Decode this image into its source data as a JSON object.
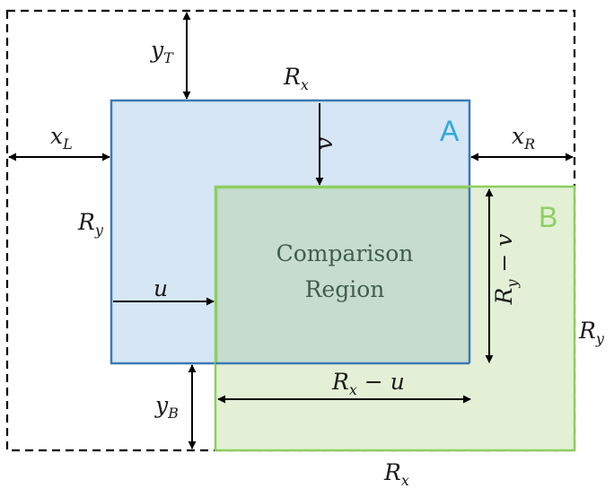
{
  "boxes": {
    "a_label": "A",
    "b_label": "B",
    "comparison_region": [
      "Comparison",
      "Region"
    ]
  },
  "labels": {
    "y_top": {
      "main": "y",
      "sub": "T"
    },
    "x_left": {
      "main": "x",
      "sub": "L"
    },
    "x_right": {
      "main": "x",
      "sub": "R"
    },
    "y_bottom": {
      "main": "y",
      "sub": "B"
    },
    "rx_top": {
      "main": "R",
      "sub": "x"
    },
    "rx_bottom": {
      "main": "R",
      "sub": "x"
    },
    "ry_left": {
      "main": "R",
      "sub": "y"
    },
    "ry_right": {
      "main": "R",
      "sub": "y"
    },
    "v": "v",
    "u": "u",
    "ry_minus_v": {
      "main": "R",
      "sub": "y",
      "rest": " − v"
    },
    "rx_minus_u": {
      "main": "R",
      "sub": "x",
      "rest": " − u"
    }
  },
  "colors": {
    "box_a_fill": "#d6e6f5",
    "box_a_stroke": "#3d7ab5",
    "box_b_fill": "#e4f0d6",
    "box_b_stroke": "#8ccf5f",
    "overlap_fill": "#c6dccf",
    "tag_a": "#2fa8dc",
    "tag_b": "#8ccf5f"
  }
}
